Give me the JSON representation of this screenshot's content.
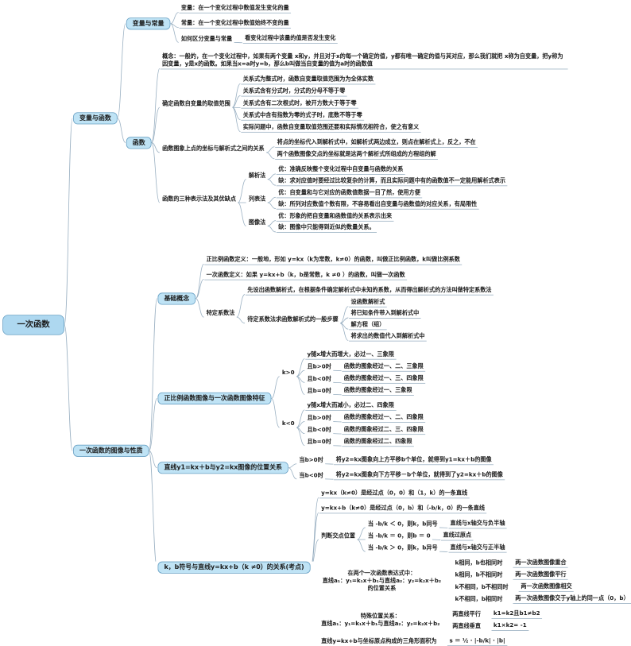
{
  "colors": {
    "node_fill": "#bfe3f5",
    "node_border": "#68a0c4",
    "root_fill": "#aed8f0",
    "connector": "#9ab0c2",
    "text": "#1b1b1b"
  },
  "tree": {
    "label": "一次函数",
    "kind": "box",
    "children": [
      {
        "label": "变量与函数",
        "kind": "box",
        "children": [
          {
            "label": "变量与常量",
            "kind": "box",
            "children": [
              {
                "label": "变量：在一个变化过程中数值发生变化的量"
              },
              {
                "label": "常量：在一个变化过程中数值始终不变的量"
              },
              {
                "label": "如何区分变量与常量",
                "children": [
                  {
                    "label": "看变化过程中该量的值是否发生变化"
                  }
                ]
              }
            ]
          },
          {
            "label": "函数",
            "kind": "box",
            "children": [
              {
                "label": "概念：一般的，在一个变化过程中，如果有两个变量 x和y，并且对于x的每一个确定的值，y都有唯一确定的值与其对应，那么我们就把 x称为自变量，把y称为因变量，y是x的函数。如果当x=a时y=b，那么b叫做当自变量的值为a时的函数值",
                "wrap": 640
              },
              {
                "label": "确定函数自变量的取值范围",
                "children": [
                  {
                    "label": "关系式为整式时，函数自变量取值范围为为全体实数"
                  },
                  {
                    "label": "关系式含有分式时，分式的分母不等于零"
                  },
                  {
                    "label": "关系式含有二次根式时，被开方数大于等于零"
                  },
                  {
                    "label": "关系式中含有指数为零的式子时，底数不等于零"
                  },
                  {
                    "label": "实际问题中，函数自变量取值范围还要和实际情况相符合，使之有意义"
                  }
                ]
              },
              {
                "label": "函数图象上点的坐标与解析式之间的关系",
                "children": [
                  {
                    "label": "将点的坐标代入到解析式中，如解析式两边成立，则点在解析式上，反之，不在"
                  },
                  {
                    "label": "两个函数图像交点的坐标就是这两个解析式所组成的方程组的解"
                  }
                ]
              },
              {
                "label": "函数的三种表示法及其优缺点",
                "children": [
                  {
                    "label": "解析法",
                    "children": [
                      {
                        "label": "优：准确反映整个变化过程中自变量与函数的关系"
                      },
                      {
                        "label": "缺：求对应值时要经过比较复杂的计算，而且实际问题中有的函数值不一定能用解析式表示"
                      }
                    ]
                  },
                  {
                    "label": "列表法",
                    "children": [
                      {
                        "label": "优：自变量和与它对应的函数值数据一目了然，使用方便"
                      },
                      {
                        "label": "缺：所列对应数值个数有限，不容易看出自变量与函数值的对应关系，有局限性"
                      }
                    ]
                  },
                  {
                    "label": "图像法",
                    "children": [
                      {
                        "label": "优：形象的把自变量和函数值的关系表示出来"
                      },
                      {
                        "label": "缺：图像中只能得到近似的数量关系。"
                      }
                    ]
                  }
                ]
              }
            ]
          }
        ]
      },
      {
        "label": "一次函数的图像与性质",
        "kind": "box",
        "children": [
          {
            "label": "基础概念",
            "kind": "box",
            "children": [
              {
                "label": "正比例函数定义：一般地，形如 y=kx（k为常数，k≠0）的函数，叫做正比例函数，k叫做比例系数"
              },
              {
                "label": "一次函数定义：如果 y=kx+b（k，b是常数，k ≠0 ）的函数，叫做一次函数"
              },
              {
                "label": "特定系数法",
                "children": [
                  {
                    "label": "先设出函数解析式，在根据条件确定解析式中未知的系数，从而得出解析式的方法叫做特定系数法"
                  },
                  {
                    "label": "待定系数法求函数解析式的一般步骤",
                    "children": [
                      {
                        "label": "设函数解析式"
                      },
                      {
                        "label": "将已知条件带入到解析式中"
                      },
                      {
                        "label": "解方程（组）"
                      },
                      {
                        "label": "将求出的数值代入到解析式中"
                      }
                    ]
                  }
                ]
              }
            ]
          },
          {
            "label": "正比例函数图像与一次函数图像特征",
            "kind": "box",
            "children": [
              {
                "label": "k>0",
                "children": [
                  {
                    "label": "y随x增大而增大，必过一、三象限"
                  },
                  {
                    "label": "且b>0时",
                    "children": [
                      {
                        "label": "函数的图象经过一、二、三象限"
                      }
                    ]
                  },
                  {
                    "label": "且b<0时",
                    "children": [
                      {
                        "label": "函数的图象经过一、三、四象限"
                      }
                    ]
                  },
                  {
                    "label": "且b=0时",
                    "children": [
                      {
                        "label": "函数的图象经过一、三象限"
                      }
                    ]
                  }
                ]
              },
              {
                "label": "k<0",
                "children": [
                  {
                    "label": "y随x增大而减小，必过二、四象限"
                  },
                  {
                    "label": "且b>0时",
                    "children": [
                      {
                        "label": "函数的图象经过一、二、四象限"
                      }
                    ]
                  },
                  {
                    "label": "且b<0时",
                    "children": [
                      {
                        "label": "函数的图象经过二、三、四象限"
                      }
                    ]
                  },
                  {
                    "label": "且b=0时",
                    "children": [
                      {
                        "label": "函数的图象经过二、四象限"
                      }
                    ]
                  }
                ]
              }
            ]
          },
          {
            "label": "直线y1=kx＋b与y2=kx图像的位置关系",
            "kind": "box",
            "children": [
              {
                "label": "当b>0时",
                "children": [
                  {
                    "label": "将y2=kx图象向上方平移b个单位，就得到y1=kx＋b的图像"
                  }
                ]
              },
              {
                "label": "当b<0时",
                "children": [
                  {
                    "label": "将y2=kx图象向下方平移－b个单位，就得到了y2=kx＋b的图像"
                  }
                ]
              }
            ]
          },
          {
            "label": "k，b符号与直线y=kx+b（k ≠0）的关系(考点)",
            "kind": "box",
            "children": [
              {
                "label": "y=kx（k≠0）是经过点（0，0）和（1，k）的一条直线"
              },
              {
                "label": "y=kx+b（k≠0）是经过点（0，b）和（-b/k，0）的一条直线"
              },
              {
                "label": "判断交点位置",
                "children": [
                  {
                    "label": "当 -b/k ＜ 0，则k，b同号",
                    "children": [
                      {
                        "label": "直线与x轴交与负半轴"
                      }
                    ]
                  },
                  {
                    "label": "当 -b/k ＝ 0，则b ＝ 0",
                    "children": [
                      {
                        "label": "直线过原点"
                      }
                    ]
                  },
                  {
                    "label": "当 -b/k ＞ 0，则k，b异号",
                    "children": [
                      {
                        "label": "直线与x轴交与正半轴"
                      }
                    ]
                  }
                ]
              },
              {
                "label": "在两个一次函数表达式中：\n直线a₁：y₁=k₁x＋b₁与直线a₂：y₂=k₂x＋b₂的位置关系",
                "children": [
                  {
                    "label": "k相同，b也相同时",
                    "children": [
                      {
                        "label": "两一次函数图像重合"
                      }
                    ]
                  },
                  {
                    "label": "k相同，b不相同时",
                    "children": [
                      {
                        "label": "两一次函数图像平行"
                      }
                    ]
                  },
                  {
                    "label": "k不相同，b不相同时",
                    "children": [
                      {
                        "label": "两一次函数图像相交"
                      }
                    ]
                  },
                  {
                    "label": "k不相同，b相同时",
                    "children": [
                      {
                        "label": "两一次函数图像交于y轴上的同一点（0，b）"
                      }
                    ]
                  }
                ]
              },
              {
                "label": "特殊位置关系：\n直线a₁：y₁=k₁x＋b₁与直线a₂：y₂=k₂x＋b₂",
                "children": [
                  {
                    "label": "两直线平行",
                    "children": [
                      {
                        "label": "k1=k2且b1≠b2"
                      }
                    ]
                  },
                  {
                    "label": "两直线垂直",
                    "children": [
                      {
                        "label": "k1×k2= -1"
                      }
                    ]
                  }
                ]
              },
              {
                "label": "直线y=kx+b与坐标原点构成的三角形面积为",
                "children": [
                  {
                    "label": "s ＝ ½ · |-b/k| · |b|"
                  }
                ]
              }
            ]
          }
        ]
      }
    ]
  }
}
